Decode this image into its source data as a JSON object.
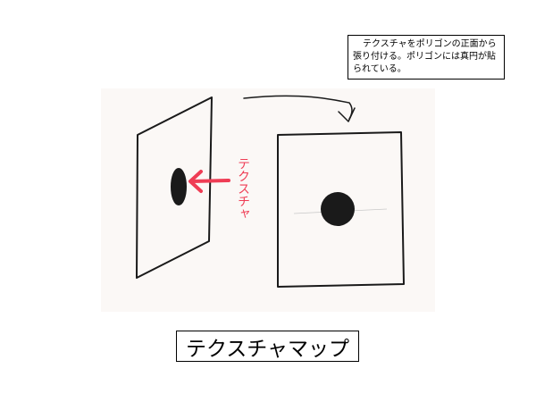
{
  "annotation": {
    "text": "テクスチャをポリゴンの正面から張り付ける。ポリゴンには真円が貼られている。"
  },
  "sketch": {
    "arrow_label": "テクスチャ",
    "arrow_color": "#ef3d55",
    "ink_color": "#1a1a1a",
    "paper_color": "#fbf8f6"
  },
  "slide_title": "テクスチャマップ"
}
